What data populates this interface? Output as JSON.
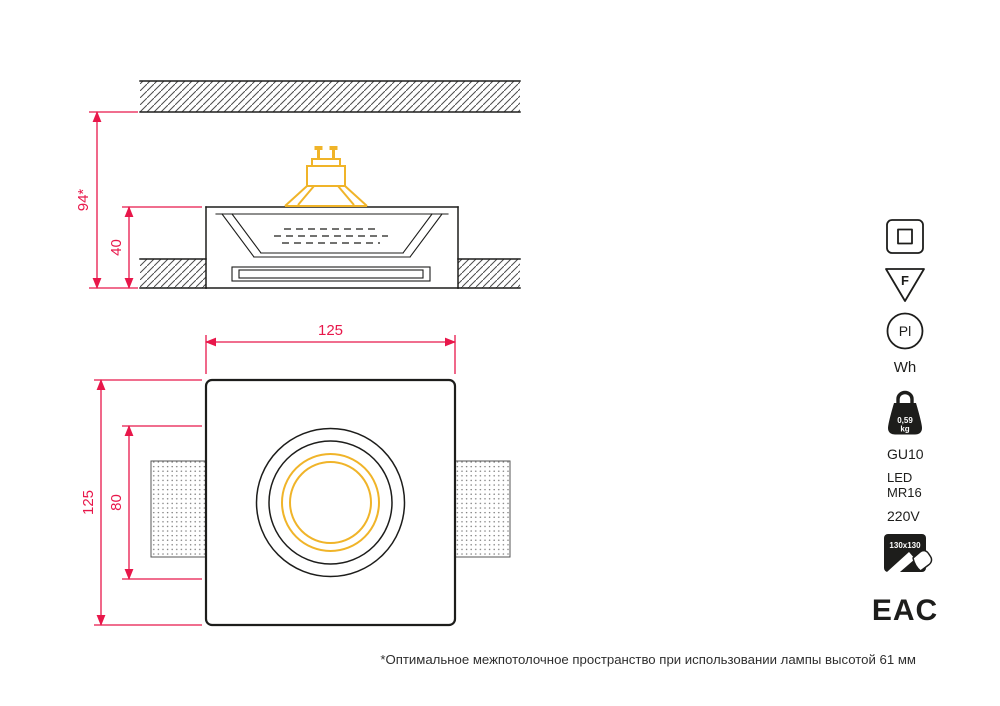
{
  "colors": {
    "dimension_red": "#e8174a",
    "lamp_yellow": "#f0b429",
    "line_dark": "#1d1d1b"
  },
  "section_view": {
    "total_height": "94*",
    "recess_depth": "40"
  },
  "front_view": {
    "width": "125",
    "height": "125",
    "inner_height": "80"
  },
  "spec_icons": {
    "flammable_surface_label": "F",
    "plaster_label": "Pl",
    "color_label": "Wh",
    "weight_value": "0,59",
    "weight_unit": "kg",
    "socket_type": "GU10",
    "lamp_type_line1": "LED",
    "lamp_type_line2": "MR16",
    "voltage": "220V",
    "cutout_size": "130x130",
    "certification": "EAC"
  },
  "footnote": {
    "text": "*Оптимальное межпотолочное пространство при использовании лампы высотой 61 мм"
  }
}
